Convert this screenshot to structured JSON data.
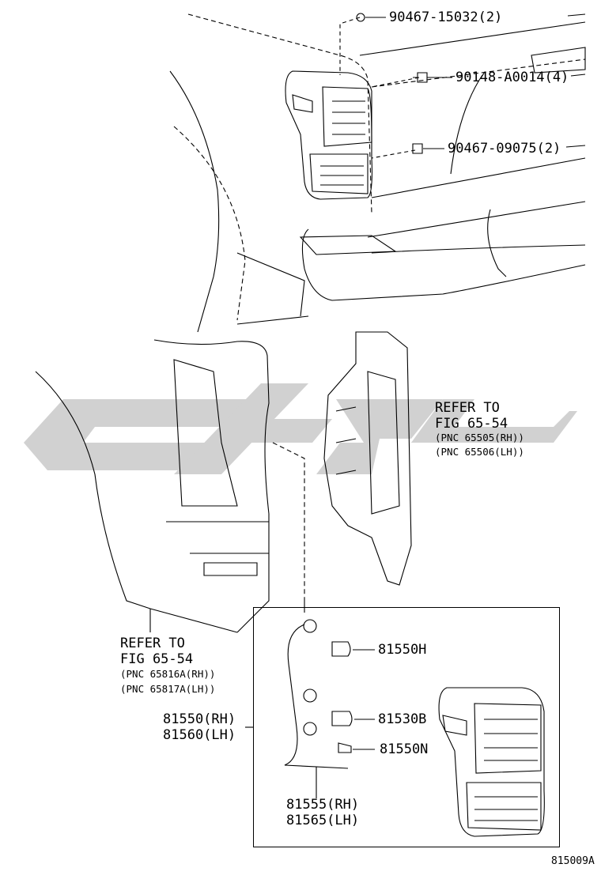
{
  "fasteners": [
    {
      "part": "90467-15032(2)"
    },
    {
      "part": "90148-A0014(4)"
    },
    {
      "part": "90467-09075(2)"
    }
  ],
  "refer_upper": {
    "line1": "REFER TO",
    "line2": "FIG 65-54",
    "pnc1": "(PNC 65505(RH))",
    "pnc2": "(PNC 65506(LH))"
  },
  "refer_lower": {
    "line1": "REFER TO",
    "line2": "FIG 65-54",
    "pnc1": "(PNC 65816A(RH))",
    "pnc2": "(PNC 65817A(LH))"
  },
  "bulbs": [
    {
      "part": "81550H"
    },
    {
      "part": "81530B"
    },
    {
      "part": "81550N"
    }
  ],
  "socket_wire": {
    "rh": "81550(RH)",
    "lh": "81560(LH)"
  },
  "wire_sub": {
    "rh": "81555(RH)",
    "lh": "81565(LH)"
  },
  "diagram_code": "815009A",
  "colors": {
    "line": "#000000",
    "watermark": "#c8c8c8",
    "background": "#ffffff"
  }
}
